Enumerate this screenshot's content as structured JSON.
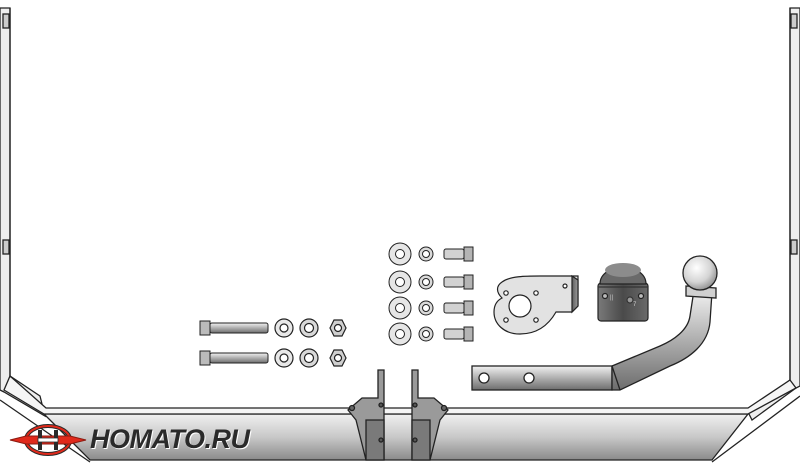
{
  "logo": {
    "text": "HOMATO.RU",
    "icon": "homato-logo-icon",
    "colors": {
      "accent": "#e0291b",
      "text": "#2a2a2a"
    }
  },
  "parts": [
    {
      "name": "towbar-frame-beam",
      "label": ""
    },
    {
      "name": "mounting-bolt",
      "quantity": 2
    },
    {
      "name": "washer",
      "quantity": 4
    },
    {
      "name": "spring-washer",
      "quantity": 6
    },
    {
      "name": "hex-nut",
      "quantity": 2
    },
    {
      "name": "short-bolt",
      "quantity": 4
    },
    {
      "name": "electrical-socket-plate",
      "quantity": 1
    },
    {
      "name": "electrical-socket",
      "quantity": 1
    },
    {
      "name": "tow-ball-arm",
      "quantity": 1
    }
  ],
  "colors": {
    "line": "#222222",
    "metal-light": "#e4e4e4",
    "metal-mid": "#b8b8b8",
    "metal-dark": "#6a6a6a",
    "socket-dark": "#555555"
  }
}
